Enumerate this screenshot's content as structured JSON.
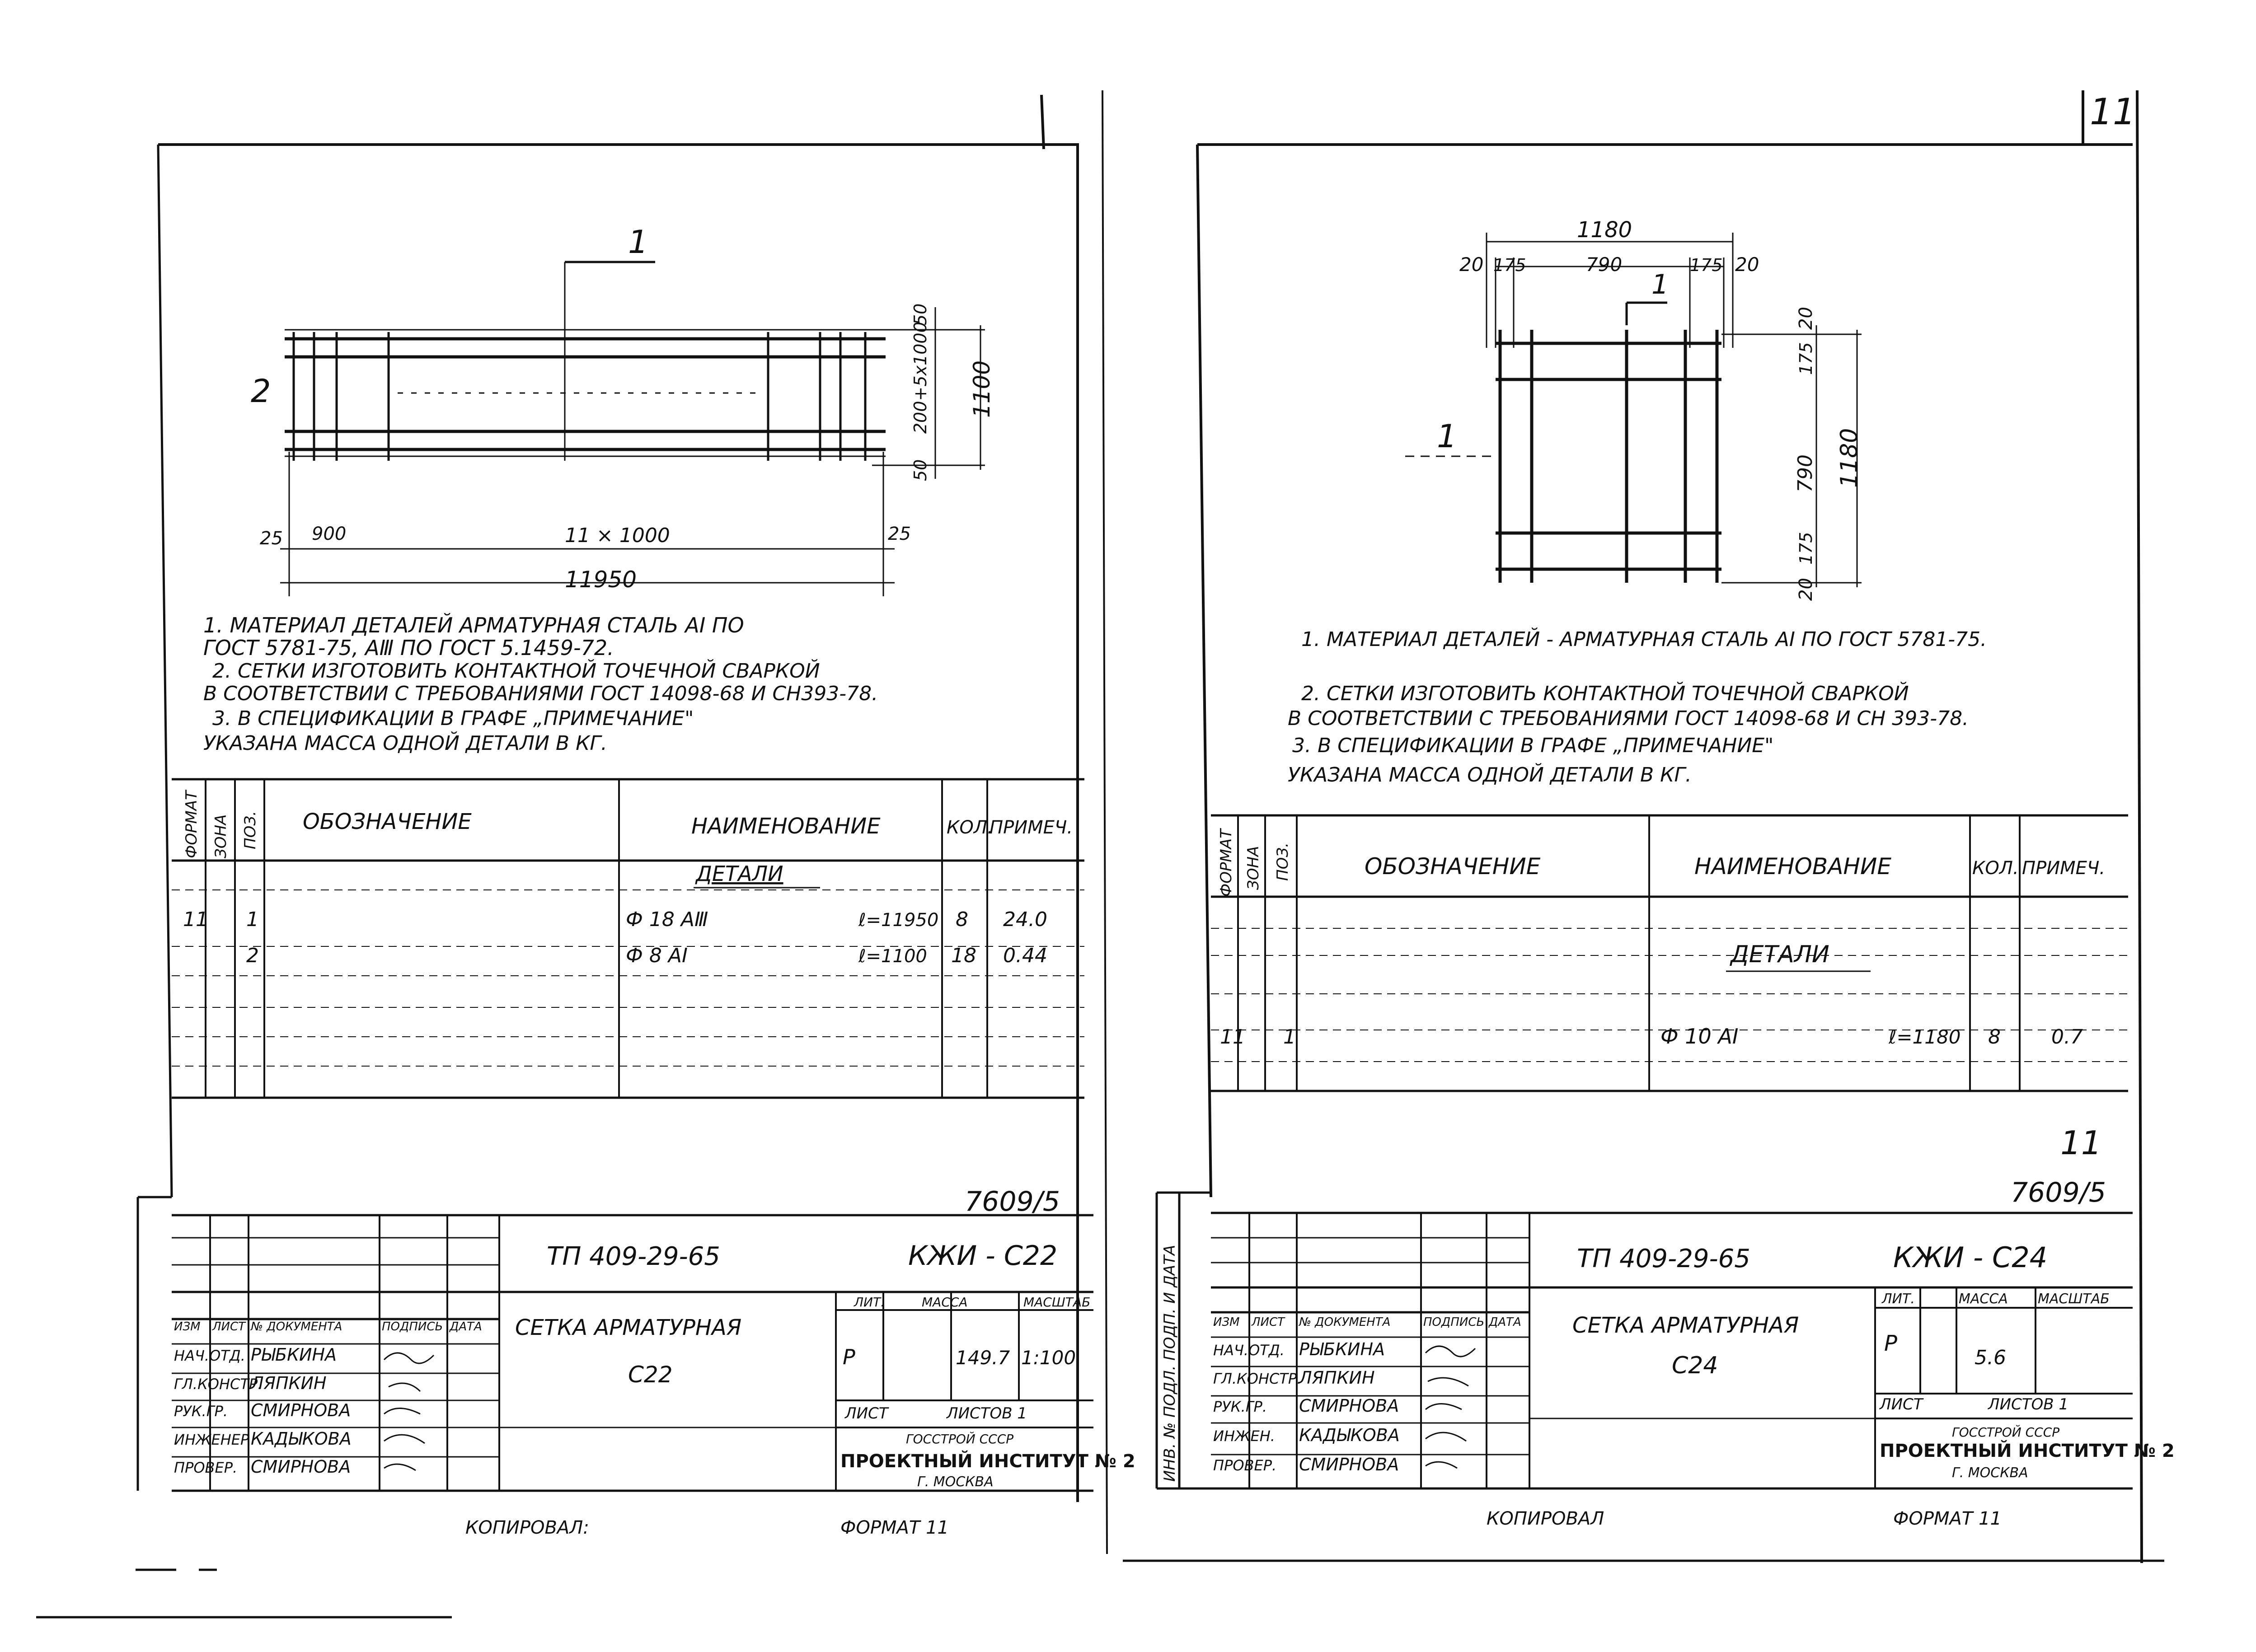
{
  "left_sheet": {
    "drawing": {
      "section_mark": "1",
      "label_2": "2",
      "dims_right": [
        "50",
        "200+5x1000",
        "50",
        "1100"
      ],
      "dims_bottom": [
        "25",
        "900",
        "11 × 1000",
        "25"
      ],
      "dim_total": "11950"
    },
    "notes": [
      "1. МАТЕРИАЛ ДЕТАЛЕЙ АРМАТУРНАЯ СТАЛЬ АⅠ ПО",
      "ГОСТ 5781-75, АⅢ ПО ГОСТ 5.1459-72.",
      "2. СЕТКИ ИЗГОТОВИТЬ КОНТАКТНОЙ ТОЧЕЧНОЙ СВАРКОЙ",
      "В СООТВЕТСТВИИ С ТРЕБОВАНИЯМИ ГОСТ 14098-68 И СН393-78.",
      "3. В СПЕЦИФИКАЦИИ В ГРАФЕ „ПРИМЕЧАНИЕ\"",
      "УКАЗАНА МАССА ОДНОЙ ДЕТАЛИ В КГ."
    ],
    "spec": {
      "headers": {
        "format": "ФОРМАТ",
        "zone": "ЗОНА",
        "pos": "ПОЗ.",
        "designation": "ОБОЗНАЧЕНИЕ",
        "name": "НАИМЕНОВАНИЕ",
        "qty": "КОЛ.",
        "note": "ПРИМЕЧ."
      },
      "section": "ДЕТАЛИ",
      "rows": [
        {
          "format": "11",
          "pos": "1",
          "name": "Ф 18 АⅢ",
          "length": "ℓ=11950",
          "qty": "8",
          "note": "24.0"
        },
        {
          "format": "",
          "pos": "2",
          "name": "Ф 8 АⅠ",
          "length": "ℓ=1100",
          "qty": "18",
          "note": "0.44"
        }
      ]
    },
    "stamp": {
      "ref": "7609/5",
      "project": "ТП 409-29-65",
      "code": "КЖИ - С22",
      "title": "СЕТКА АРМАТУРНАЯ",
      "mark": "С22",
      "col_headers": [
        "ИЗМ",
        "ЛИСТ",
        "№ ДОКУМЕНТА",
        "ПОДПИСЬ",
        "ДАТА"
      ],
      "roles": [
        "НАЧ.ОТД.",
        "ГЛ.КОНСТР.",
        "РУК.ГР.",
        "ИНЖЕНЕР",
        "ПРОВЕР."
      ],
      "names": [
        "РЫБКИНА",
        "ЛЯПКИН",
        "СМИРНОВА",
        "КАДЫКОВА",
        "СМИРНОВА"
      ],
      "lit_label": "ЛИТ.",
      "mass_label": "МАССА",
      "scale_label": "МАСШТАБ",
      "lit": "Р",
      "mass": "149.7",
      "scale": "1:100",
      "sheet_label": "ЛИСТ",
      "sheets_label": "ЛИСТОВ 1",
      "org1": "ГОССТРОЙ СССР",
      "org2": "ПРОЕКТНЫЙ ИНСТИТУТ № 2",
      "org3": "Г. МОСКВА"
    },
    "footer": {
      "copied": "КОПИРОВАЛ:",
      "format": "ФОРМАТ 11"
    }
  },
  "right_sheet": {
    "page_num": "11",
    "drawing": {
      "section_mark": "1",
      "side_mark": "1",
      "dims_top": [
        "20",
        "175",
        "790",
        "175",
        "20"
      ],
      "dim_top_total": "1180",
      "dims_right": [
        "20",
        "175",
        "790",
        "175",
        "20"
      ],
      "dim_right_total": "1180"
    },
    "notes": [
      "1. МАТЕРИАЛ ДЕТАЛЕЙ - АРМАТУРНАЯ СТАЛЬ АⅠ ПО ГОСТ 5781-75.",
      "2. СЕТКИ ИЗГОТОВИТЬ КОНТАКТНОЙ ТОЧЕЧНОЙ СВАРКОЙ",
      "В СООТВЕТСТВИИ С ТРЕБОВАНИЯМИ ГОСТ 14098-68 И СН 393-78.",
      "3. В СПЕЦИФИКАЦИИ В ГРАФЕ „ПРИМЕЧАНИЕ\"",
      "УКАЗАНА МАССА ОДНОЙ ДЕТАЛИ В КГ."
    ],
    "spec": {
      "headers": {
        "format": "ФОРМАТ",
        "zone": "ЗОНА",
        "pos": "ПОЗ.",
        "designation": "ОБОЗНАЧЕНИЕ",
        "name": "НАИМЕНОВАНИЕ",
        "qty": "КОЛ.",
        "note": "ПРИМЕЧ."
      },
      "section": "ДЕТАЛИ",
      "rows": [
        {
          "format": "11",
          "pos": "1",
          "name": "Ф 10 АⅠ",
          "length": "ℓ=1180",
          "qty": "8",
          "note": "0.7"
        }
      ]
    },
    "stamp": {
      "sheet_no": "11",
      "ref": "7609/5",
      "project": "ТП 409-29-65",
      "code": "КЖИ - С24",
      "title": "СЕТКА АРМАТУРНАЯ",
      "mark": "С24",
      "col_headers": [
        "ИЗМ",
        "ЛИСТ",
        "№ ДОКУМЕНТА",
        "ПОДПИСЬ",
        "ДАТА"
      ],
      "roles": [
        "НАЧ.ОТД.",
        "ГЛ.КОНСТР.",
        "РУК.ГР.",
        "ИНЖЕН.",
        "ПРОВЕР."
      ],
      "names": [
        "РЫБКИНА",
        "ЛЯПКИН",
        "СМИРНОВА",
        "КАДЫКОВА",
        "СМИРНОВА"
      ],
      "lit_label": "ЛИТ.",
      "mass_label": "МАССА",
      "scale_label": "МАСШТАБ",
      "lit": "Р",
      "mass": "5.6",
      "sheet_label": "ЛИСТ",
      "sheets_label": "ЛИСТОВ 1",
      "org1": "ГОССТРОЙ СССР",
      "org2": "ПРОЕКТНЫЙ ИНСТИТУТ № 2",
      "org3": "Г. МОСКВА",
      "side_label": "ИНВ. № ПОДЛ.  ПОДП. И ДАТА"
    },
    "footer": {
      "copied": "КОПИРОВАЛ",
      "format": "ФОРМАТ 11"
    }
  }
}
